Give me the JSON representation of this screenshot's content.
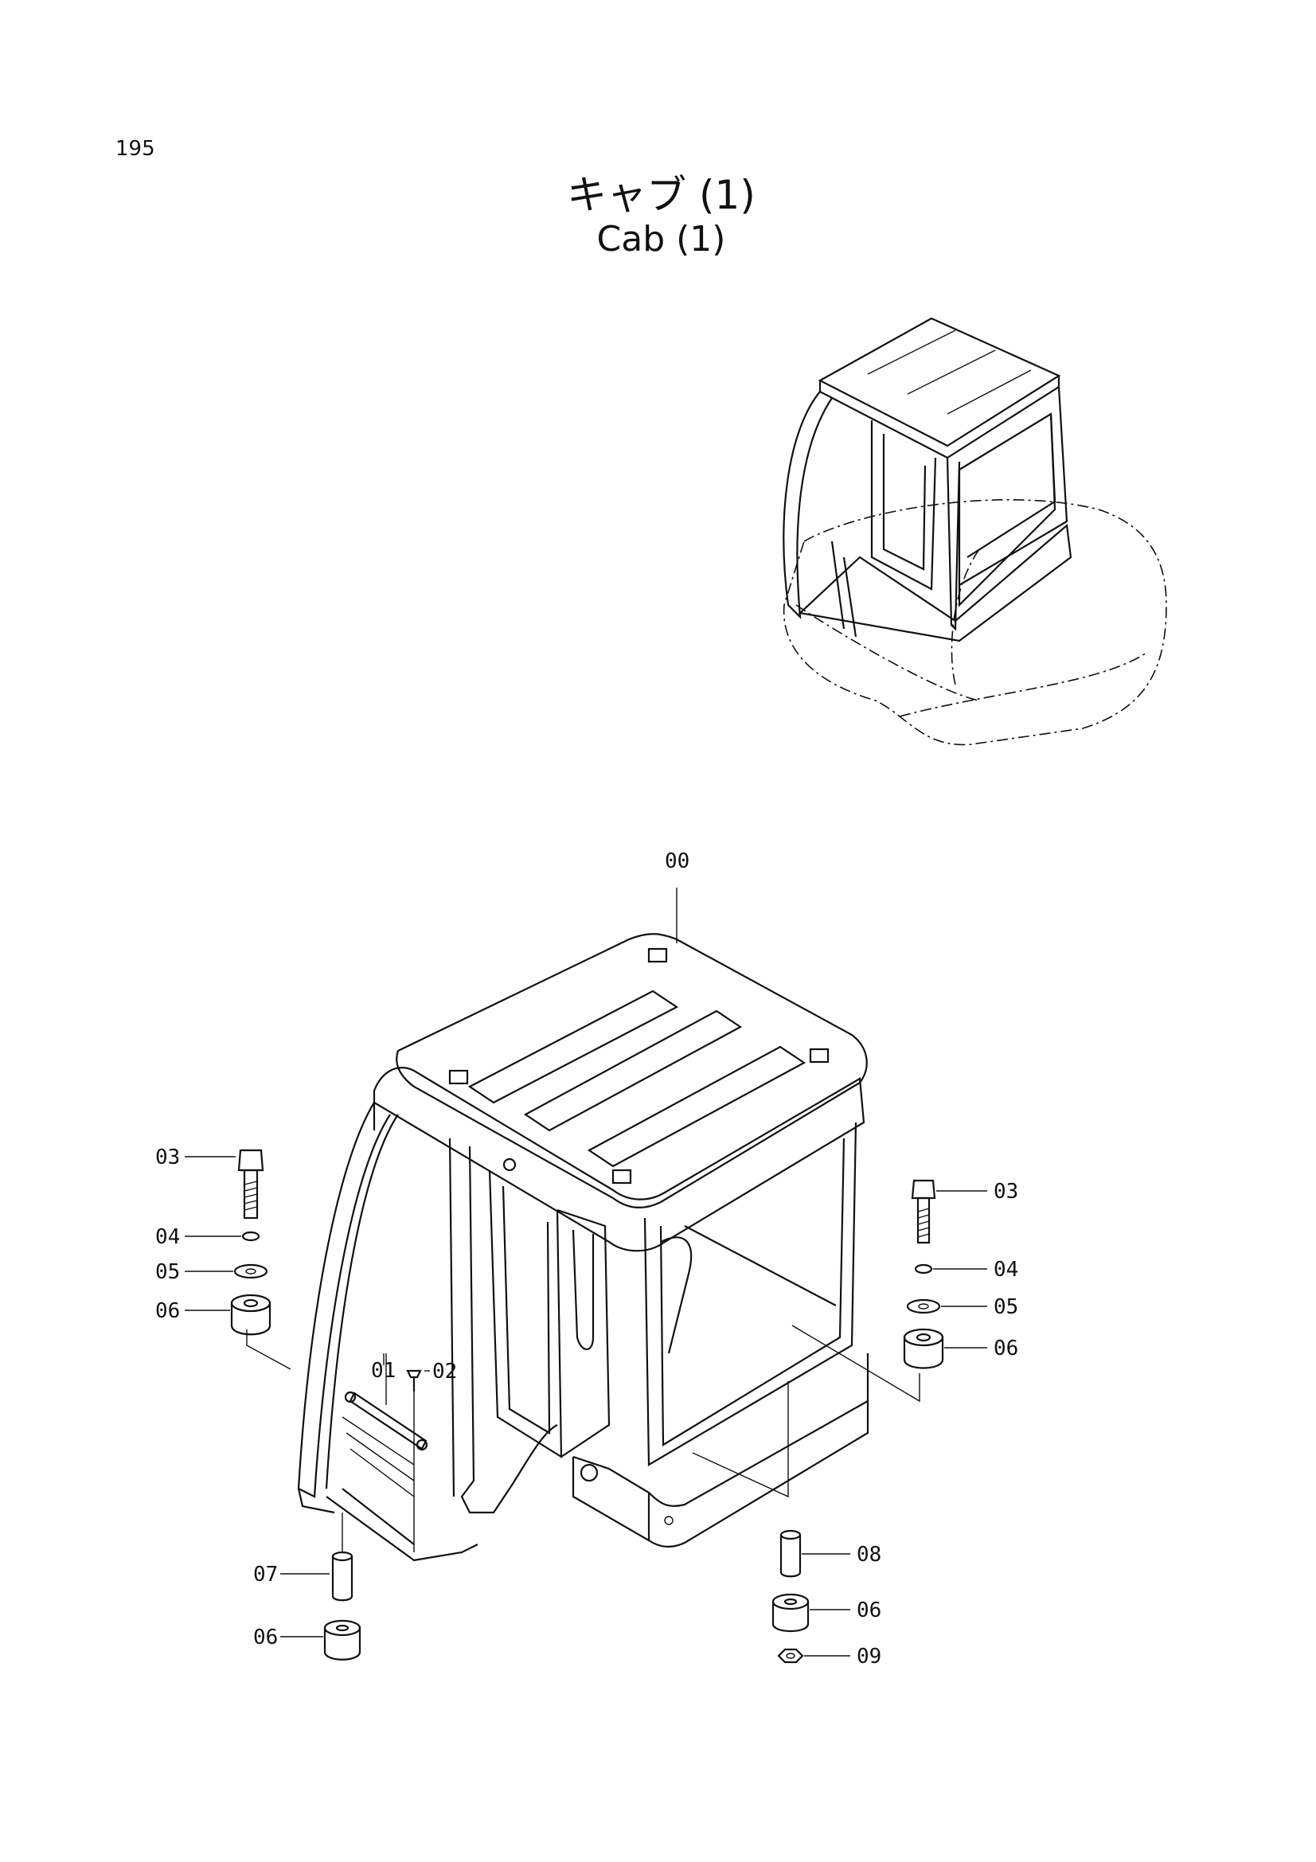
{
  "header": {
    "page_number": "195",
    "title_jp": "キャブ (1)",
    "title_en": "Cab (1)"
  },
  "callouts": {
    "c00": "00",
    "c01": "01",
    "c02": "02",
    "c03_left": "03",
    "c04_left": "04",
    "c05_left": "05",
    "c06_left": "06",
    "c07": "07",
    "c06_bottom_left": "06",
    "c03_right": "03",
    "c04_right": "04",
    "c05_right": "05",
    "c06_right": "06",
    "c08": "08",
    "c06_bottom_right": "06",
    "c09": "09"
  }
}
